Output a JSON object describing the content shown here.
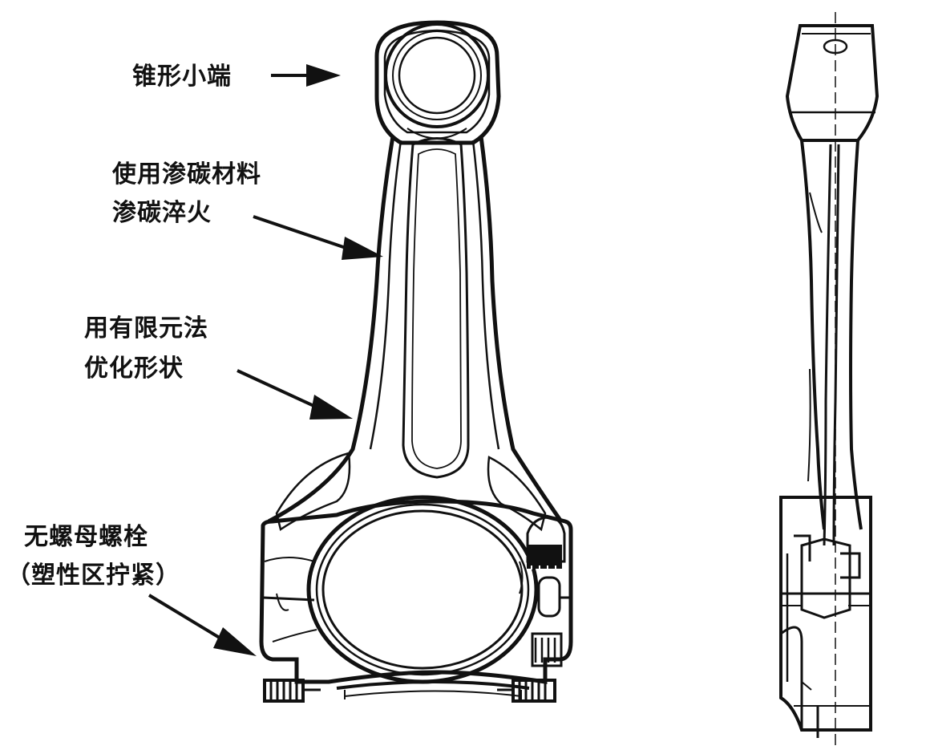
{
  "labels": {
    "small_end": "锥形小端",
    "material_line1": "使用渗碳材料",
    "material_line2": "渗碳淬火",
    "fem_line1": "用有限元法",
    "fem_line2": "优化形状",
    "bolt_line1": "无螺母螺栓",
    "bolt_line2": "（塑性区拧紧）"
  },
  "colors": {
    "ink": "#111111",
    "background": "#ffffff"
  }
}
